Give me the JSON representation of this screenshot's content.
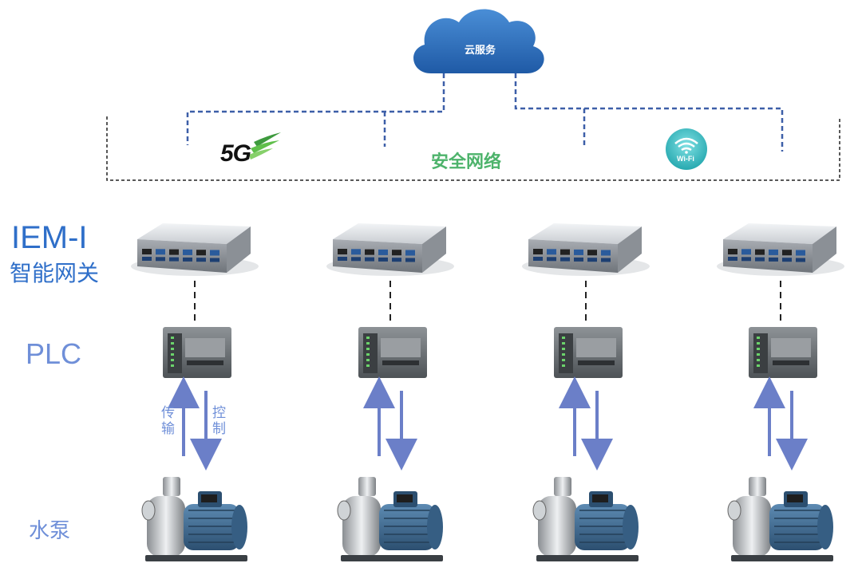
{
  "cloud": {
    "label": "云服务"
  },
  "network": {
    "label": "安全网络",
    "fiveg_label": "5G",
    "wifi_label": "Wi-Fi"
  },
  "row_labels": {
    "gateway_line1": "IEM-I",
    "gateway_line2": "智能网关",
    "plc": "PLC",
    "pump": "水泵"
  },
  "arrows": {
    "up_label": "传输",
    "down_label": "控制"
  },
  "columns": [
    {
      "id": "col-1"
    },
    {
      "id": "col-2"
    },
    {
      "id": "col-3"
    },
    {
      "id": "col-4"
    }
  ],
  "colors": {
    "label_blue": "#2f6fc9",
    "label_light_blue": "#6f8fd8",
    "cloud_blue": "#2a6ab6",
    "network_green": "#4db36b",
    "wifi_teal": "#3bbfc4",
    "arrow_blue": "#6b7fc8",
    "dashed_blue": "#3d5fa8"
  }
}
